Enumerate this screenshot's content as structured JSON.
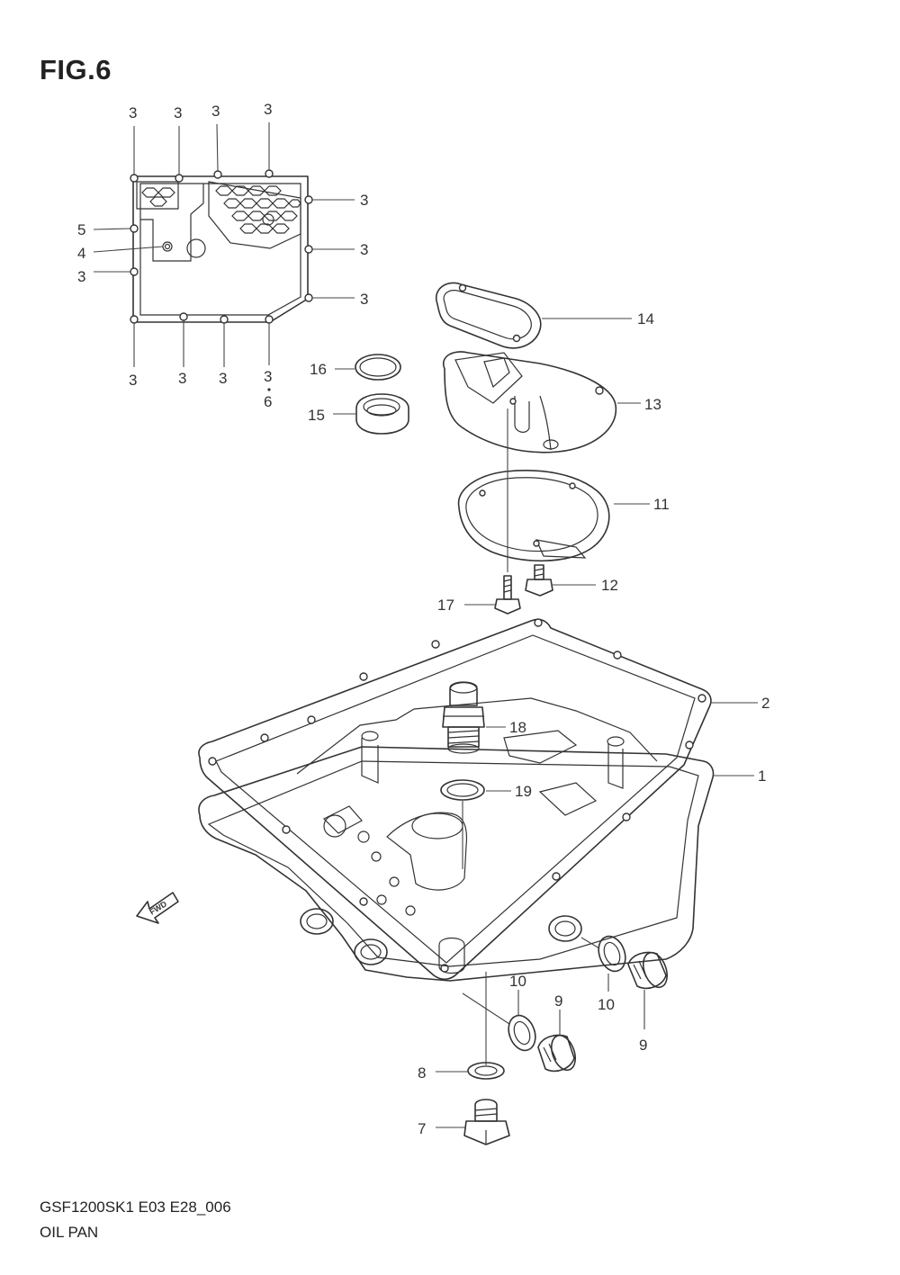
{
  "figure": {
    "title": "FIG.6"
  },
  "footer": {
    "code": "GSF1200SK1 E03 E28_006",
    "name": "OIL PAN"
  },
  "fwd_label": "FWD",
  "callouts": {
    "c1": "1",
    "c2": "2",
    "c3": "3",
    "c4": "4",
    "c5": "5",
    "c6": "6",
    "c7": "7",
    "c8": "8",
    "c9": "9",
    "c10": "10",
    "c11": "11",
    "c12": "12",
    "c13": "13",
    "c14": "14",
    "c15": "15",
    "c16": "16",
    "c17": "17",
    "c18": "18",
    "c19": "19"
  }
}
